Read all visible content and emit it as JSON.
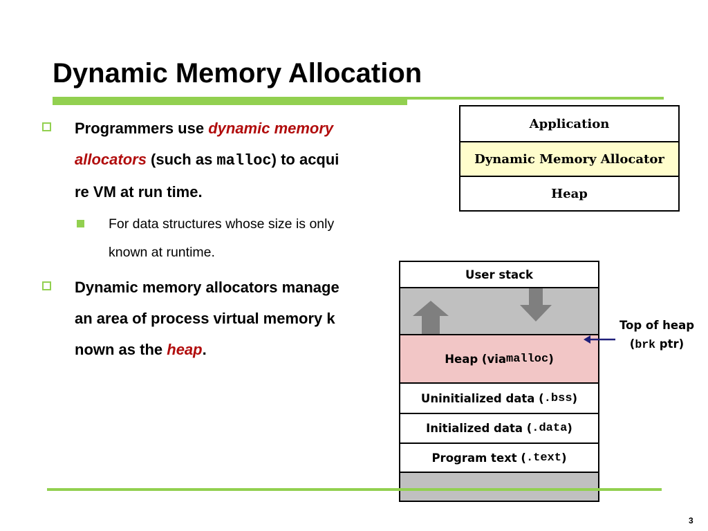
{
  "slide": {
    "title": "Dynamic Memory Allocation",
    "page_number": "3"
  },
  "bullets": {
    "b1": {
      "part1": "Programmers use ",
      "red1": "dynamic memory",
      "red2": "allocators",
      "part2": " (such as ",
      "code": "malloc",
      "part3": ") to acqui",
      "line3": "re VM at run time."
    },
    "sub1": {
      "line1": "For data structures whose size is only",
      "line2": "known at runtime."
    },
    "b2": {
      "line1": "Dynamic memory allocators manage",
      "line2": "an area of process virtual memory k",
      "line3_part1": "nown as the ",
      "line3_red": "heap",
      "line3_end": "."
    }
  },
  "app_stack": {
    "application": "Application",
    "allocator": "Dynamic Memory Allocator",
    "heap": "Heap"
  },
  "memory_stack": {
    "user_stack": "User stack",
    "heap_prefix": "Heap (via ",
    "heap_code": "malloc",
    "heap_suffix": ")",
    "bss_prefix": "Uninitialized data (",
    "bss_code": ".bss",
    "bss_suffix": ")",
    "data_prefix": "Initialized data (",
    "data_code": ".data",
    "data_suffix": ")",
    "text_prefix": "Program text (",
    "text_code": ".text",
    "text_suffix": ")"
  },
  "pointer": {
    "line1": "Top of heap",
    "line2_open": "(",
    "line2_code": "brk",
    "line2_rest": " ptr)"
  },
  "colors": {
    "accent_green": "#92d050",
    "emphasis_red": "#b10c0c",
    "allocator_yellow": "#fffdcc",
    "heap_pink": "#f2c6c6",
    "region_gray": "#c0c0c0",
    "arrow_gray": "#7f7f7f",
    "pointer_navy": "#1f1f7a"
  }
}
